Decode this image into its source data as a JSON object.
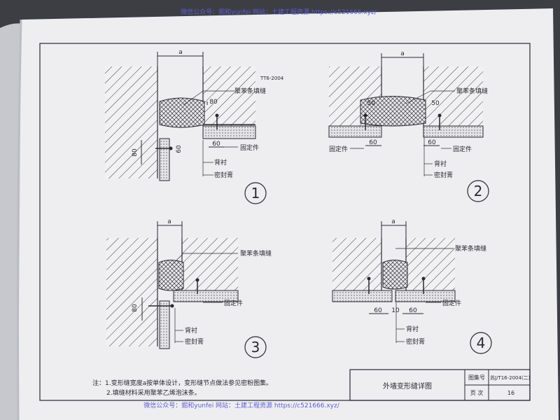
{
  "watermark": {
    "top": "微信公众号：掘和yunfei  网站：土建工程资源 https://c521666.xyz/",
    "bottom": "微信公众号：掘和yunfei  网站：土建工程资源 https://c521666.xyz/"
  },
  "details": [
    {
      "number": "1",
      "dim_a": "a",
      "dim_top": "80",
      "dim_left": "80",
      "dim_small": "60",
      "dim_bottom": "60",
      "label_filler": "聚苯条填缝",
      "label_fixer": "固定件",
      "label_backer": "背衬",
      "label_sealant": "密封膏",
      "callout": "TT6-2004"
    },
    {
      "number": "2",
      "dim_a": "a",
      "dim_left": "50",
      "dim_right": "50",
      "dim_bottom_left": "60",
      "dim_bottom_right": "60",
      "label_filler": "聚苯条填缝",
      "label_fixer_left": "固定件",
      "label_fixer_right": "固定件",
      "label_backer": "背衬",
      "label_sealant": "密封膏"
    },
    {
      "number": "3",
      "dim_a": "a",
      "dim_left": "80",
      "label_filler": "聚苯条填缝",
      "label_fixer": "固定件",
      "label_backer": "背衬",
      "label_sealant": "密封膏"
    },
    {
      "number": "4",
      "dim_a": "a",
      "dim_left": "60",
      "dim_right": "60",
      "dim_gap": "10",
      "label_filler": "聚苯条填缝",
      "label_fixer": "固定件",
      "label_backer": "背衬",
      "label_sealant": "密封膏"
    }
  ],
  "notes": {
    "line1": "注：1.变形缝宽度a按单体设计，变形缝节点做法参见密粉图集。",
    "line2": "2.填缝材料采用聚苯乙烯泡沫条。"
  },
  "title_block": {
    "title": "外墙变形缝详图",
    "atlas_label": "图集号",
    "atlas_value": "苏J/T16-2004(二)",
    "page_label": "页 次",
    "page_value": "16"
  }
}
